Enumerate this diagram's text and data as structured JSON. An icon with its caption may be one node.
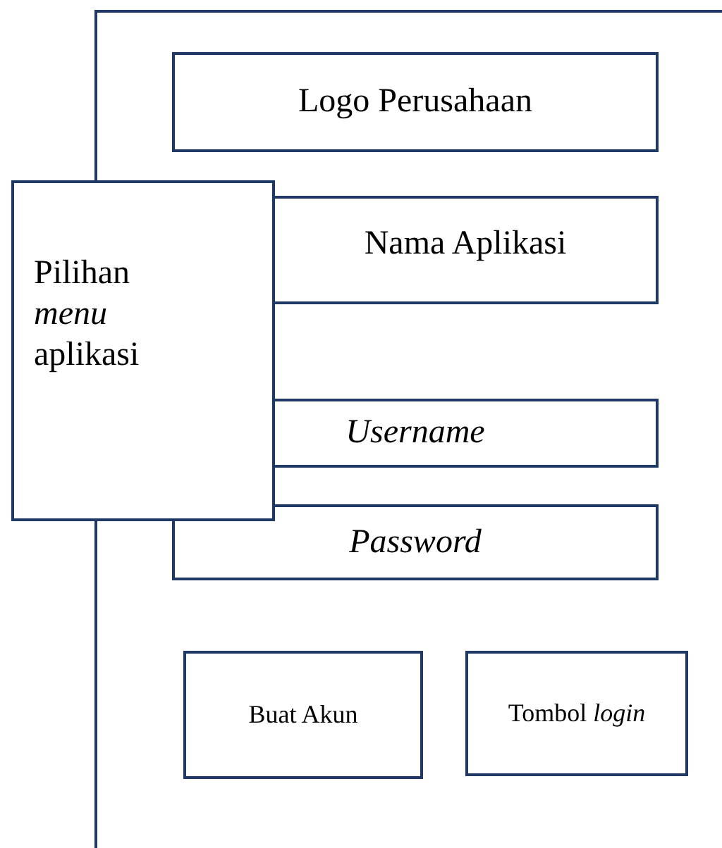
{
  "diagram": {
    "nodes": [
      {
        "text": [
          "Logo Perusahaan"
        ]
      },
      {
        "text": [
          "Nama Aplikasi"
        ]
      },
      {
        "text": [
          "Pilihan *menu* aplikasi"
        ]
      },
      {
        "text": [
          "Username"
        ]
      },
      {
        "text": [
          "Password"
        ]
      },
      {
        "text": [
          "Buat Akun"
        ]
      },
      {
        "text": [
          "Tombol *login*"
        ]
      }
    ]
  }
}
